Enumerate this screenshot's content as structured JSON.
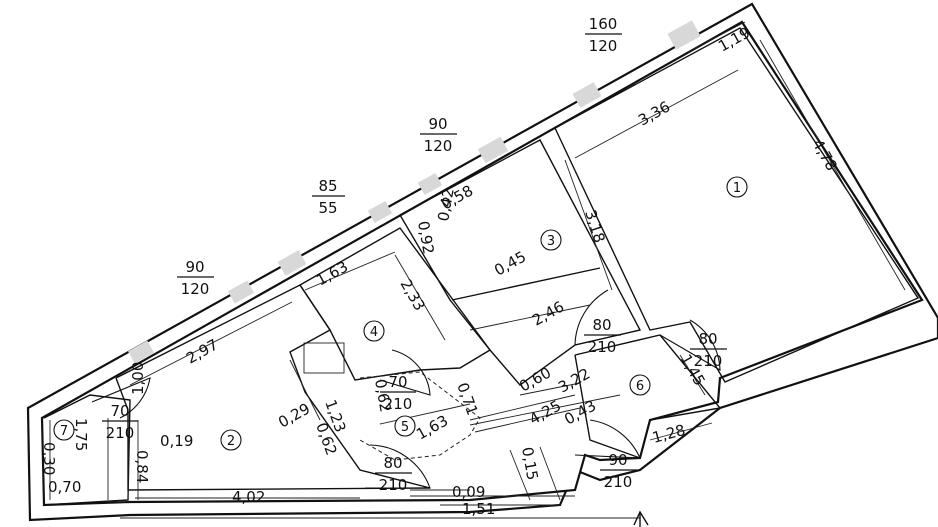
{
  "rooms": [
    {
      "id": "1",
      "label": "1"
    },
    {
      "id": "2",
      "label": "2"
    },
    {
      "id": "3",
      "label": "3"
    },
    {
      "id": "4",
      "label": "4"
    },
    {
      "id": "5",
      "label": "5"
    },
    {
      "id": "6",
      "label": "6"
    },
    {
      "id": "7",
      "label": "7"
    }
  ],
  "windows": [
    {
      "width": "160",
      "height": "120"
    },
    {
      "width": "90",
      "height": "120"
    },
    {
      "width": "85",
      "height": "55"
    },
    {
      "width": "90",
      "height": "120"
    }
  ],
  "doors": [
    {
      "width": "80",
      "height": "210"
    },
    {
      "width": "80",
      "height": "210"
    },
    {
      "width": "90",
      "height": "210"
    },
    {
      "width": "80",
      "height": "210"
    },
    {
      "width": "70",
      "height": "210"
    },
    {
      "width": "70",
      "height": "210"
    }
  ],
  "dimensions": {
    "d_1_19": "1,19",
    "d_3_36": "3,36",
    "d_4_78": "4,78",
    "d_0_58": "0,58",
    "d_0_42": "0,42",
    "d_0_92": "0,92",
    "d_3_18": "3,18",
    "d_0_45": "0,45",
    "d_2_46": "2,46",
    "d_1_63_top": "1,63",
    "d_2_33": "2,33",
    "d_2_97": "2,97",
    "d_0_60": "0,60",
    "d_3_22": "3,22",
    "d_1_45": "1,45",
    "d_4_25": "4,25",
    "d_0_43": "0,43",
    "d_1_28": "1,28",
    "d_0_62_top": "0,62",
    "d_0_29": "0,29",
    "d_1_23": "1,23",
    "d_0_62": "0,62",
    "d_1_63_low": "1,63",
    "d_0_71": "0,71",
    "d_1_00": "1,00",
    "d_0_19": "0,19",
    "d_1_75": "1,75",
    "d_0_30": "0,30",
    "d_0_84": "0,84",
    "d_0_70": "0,70",
    "d_4_02": "4,02",
    "d_0_09": "0,09",
    "d_1_51": "1,51",
    "d_0_15": "0,15"
  }
}
